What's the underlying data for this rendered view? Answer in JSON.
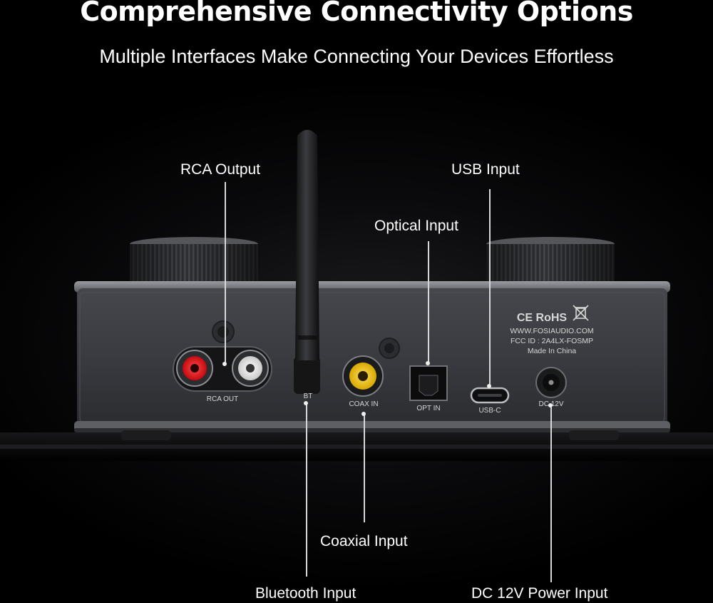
{
  "header": {
    "title": "Comprehensive Connectivity Options",
    "subtitle": "Multiple Interfaces Make Connecting Your Devices Effortless"
  },
  "callouts": {
    "rca_output": "RCA Output",
    "usb_input": "USB Input",
    "optical_input": "Optical Input",
    "coaxial_input": "Coaxial Input",
    "bluetooth_input": "Bluetooth Input",
    "dc_power_input": "DC 12V Power Input"
  },
  "panel_markings": {
    "rca_out": "RCA OUT",
    "bt": "BT",
    "coax_in": "COAX IN",
    "opt_in": "OPT IN",
    "usb_c": "USB-C",
    "dc_12v": "DC 12V",
    "certifications": "CE RoHS",
    "website": "WWW.FOSIAUDIO.COM",
    "fcc_id": "FCC ID : 2A4LX-FOSMP",
    "origin": "Made In China"
  },
  "colors": {
    "background": "#000000",
    "panel": "#3a3c40",
    "rca_red": "#e2151b",
    "rca_white": "#f2f2f2",
    "coax_yellow": "#f3c300",
    "text": "#ffffff"
  },
  "icons": {
    "weee": "crossed-bin-icon"
  }
}
